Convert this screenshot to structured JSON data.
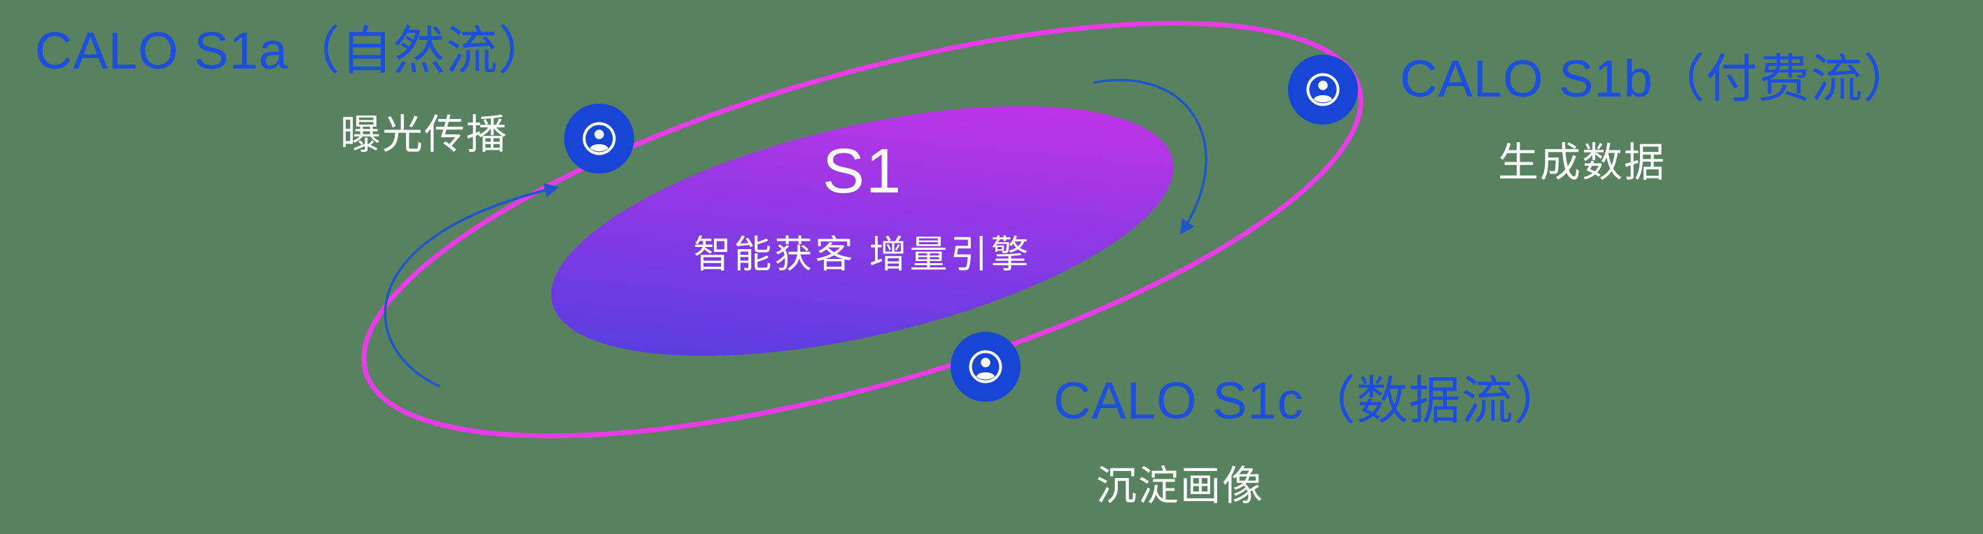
{
  "diagram": {
    "center": {
      "title": "S1",
      "subtitle": "智能获客  增量引擎"
    },
    "nodes": [
      {
        "id": "s1a",
        "title": "CALO S1a（自然流）",
        "subtitle": "曝光传播",
        "icon": "person-circle-icon"
      },
      {
        "id": "s1b",
        "title": "CALO S1b（付费流）",
        "subtitle": "生成数据",
        "icon": "person-circle-icon"
      },
      {
        "id": "s1c",
        "title": "CALO S1c（数据流）",
        "subtitle": "沉淀画像",
        "icon": "person-circle-icon"
      }
    ],
    "colors": {
      "background": "#588160",
      "title_blue": "#1c4fe0",
      "ring_magenta": "#ea3be9",
      "gradient_start": "#4440df",
      "gradient_end": "#d332e9",
      "node_blue": "#1746d6",
      "arrow_blue": "#1e56cc",
      "text_white": "#ffffff"
    }
  }
}
